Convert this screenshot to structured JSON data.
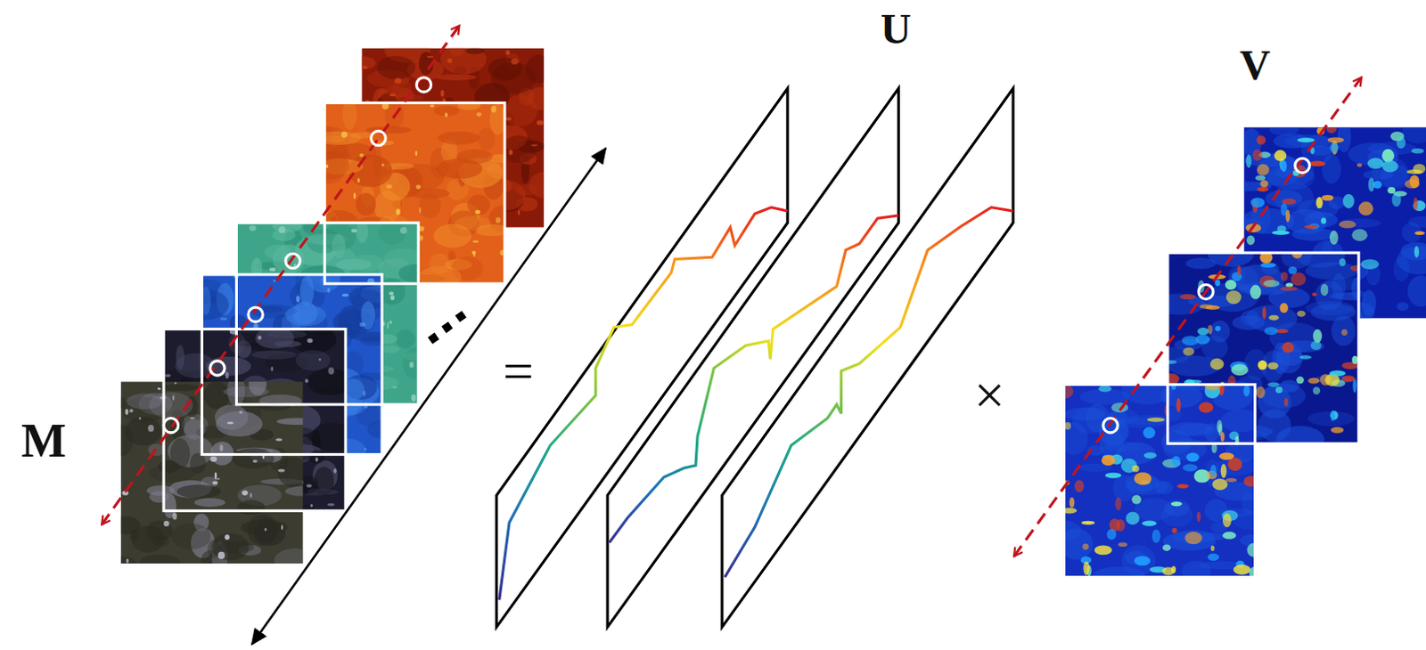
{
  "diagram": {
    "labels": [
      "M",
      "=",
      "U",
      "×",
      "V"
    ]
  }
}
